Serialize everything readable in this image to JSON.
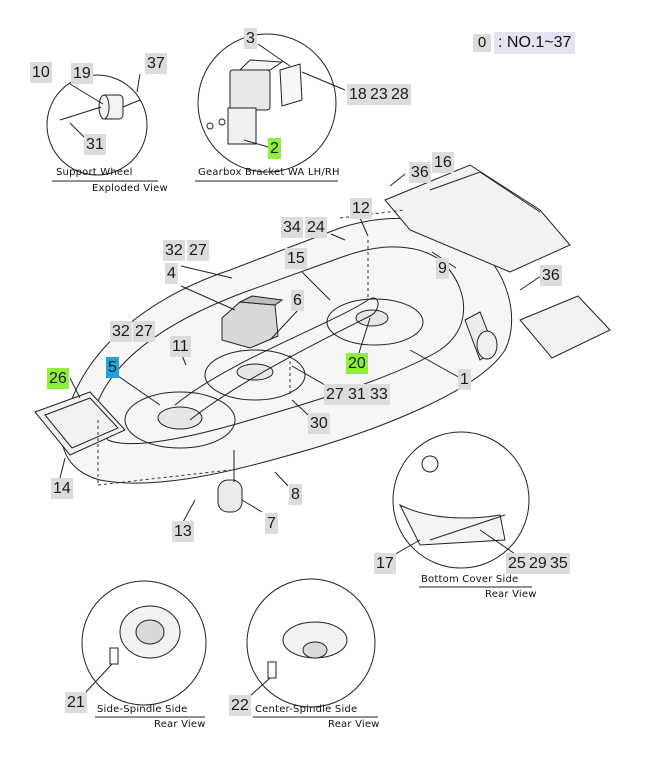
{
  "legend": {
    "key": "0",
    "text": ": NO.1~37"
  },
  "captions": {
    "support_wheel_title": "Support Wheel",
    "support_wheel_sub": "Exploded View",
    "gearbox_title": "Gearbox Bracket WA LH/RH",
    "bottom_cover_title": "Bottom Cover Side",
    "bottom_cover_sub": "Rear View",
    "side_spindle_title": "Side-Spindle Side",
    "side_spindle_sub": "Rear View",
    "center_spindle_title": "Center-Spindle Side",
    "center_spindle_sub": "Rear View"
  },
  "callouts": [
    {
      "id": "c10",
      "text": "10",
      "style": "gray"
    },
    {
      "id": "c19",
      "text": "19",
      "style": "gray"
    },
    {
      "id": "c37",
      "text": "37",
      "style": "gray"
    },
    {
      "id": "c31a",
      "text": "31",
      "style": "gray"
    },
    {
      "id": "c3",
      "text": "3",
      "style": "gray"
    },
    {
      "id": "c18",
      "text": "18",
      "style": "gray"
    },
    {
      "id": "c23",
      "text": "23",
      "style": "gray"
    },
    {
      "id": "c28",
      "text": "28",
      "style": "gray"
    },
    {
      "id": "c2",
      "text": "2",
      "style": "green"
    },
    {
      "id": "c36a",
      "text": "36",
      "style": "gray"
    },
    {
      "id": "c16",
      "text": "16",
      "style": "gray"
    },
    {
      "id": "c12",
      "text": "12",
      "style": "gray"
    },
    {
      "id": "c34",
      "text": "34",
      "style": "gray"
    },
    {
      "id": "c24",
      "text": "24",
      "style": "gray"
    },
    {
      "id": "c9",
      "text": "9",
      "style": "gray"
    },
    {
      "id": "c36b",
      "text": "36",
      "style": "gray"
    },
    {
      "id": "c32a",
      "text": "32",
      "style": "gray"
    },
    {
      "id": "c27a",
      "text": "27",
      "style": "gray"
    },
    {
      "id": "c4",
      "text": "4",
      "style": "gray"
    },
    {
      "id": "c15",
      "text": "15",
      "style": "gray"
    },
    {
      "id": "c6",
      "text": "6",
      "style": "gray"
    },
    {
      "id": "c32b",
      "text": "32",
      "style": "gray"
    },
    {
      "id": "c27b",
      "text": "27",
      "style": "gray"
    },
    {
      "id": "c11",
      "text": "11",
      "style": "gray"
    },
    {
      "id": "c5",
      "text": "5",
      "style": "blue"
    },
    {
      "id": "c26",
      "text": "26",
      "style": "green"
    },
    {
      "id": "c20",
      "text": "20",
      "style": "green"
    },
    {
      "id": "c1",
      "text": "1",
      "style": "gray"
    },
    {
      "id": "c27c",
      "text": "27",
      "style": "gray"
    },
    {
      "id": "c31b",
      "text": "31",
      "style": "gray"
    },
    {
      "id": "c33",
      "text": "33",
      "style": "gray"
    },
    {
      "id": "c30",
      "text": "30",
      "style": "gray"
    },
    {
      "id": "c14",
      "text": "14",
      "style": "gray"
    },
    {
      "id": "c8",
      "text": "8",
      "style": "gray"
    },
    {
      "id": "c13",
      "text": "13",
      "style": "gray"
    },
    {
      "id": "c7",
      "text": "7",
      "style": "gray"
    },
    {
      "id": "c17",
      "text": "17",
      "style": "gray"
    },
    {
      "id": "c25",
      "text": "25",
      "style": "gray"
    },
    {
      "id": "c29",
      "text": "29",
      "style": "gray"
    },
    {
      "id": "c35",
      "text": "35",
      "style": "gray"
    },
    {
      "id": "c21",
      "text": "21",
      "style": "gray"
    },
    {
      "id": "c22",
      "text": "22",
      "style": "gray"
    }
  ]
}
